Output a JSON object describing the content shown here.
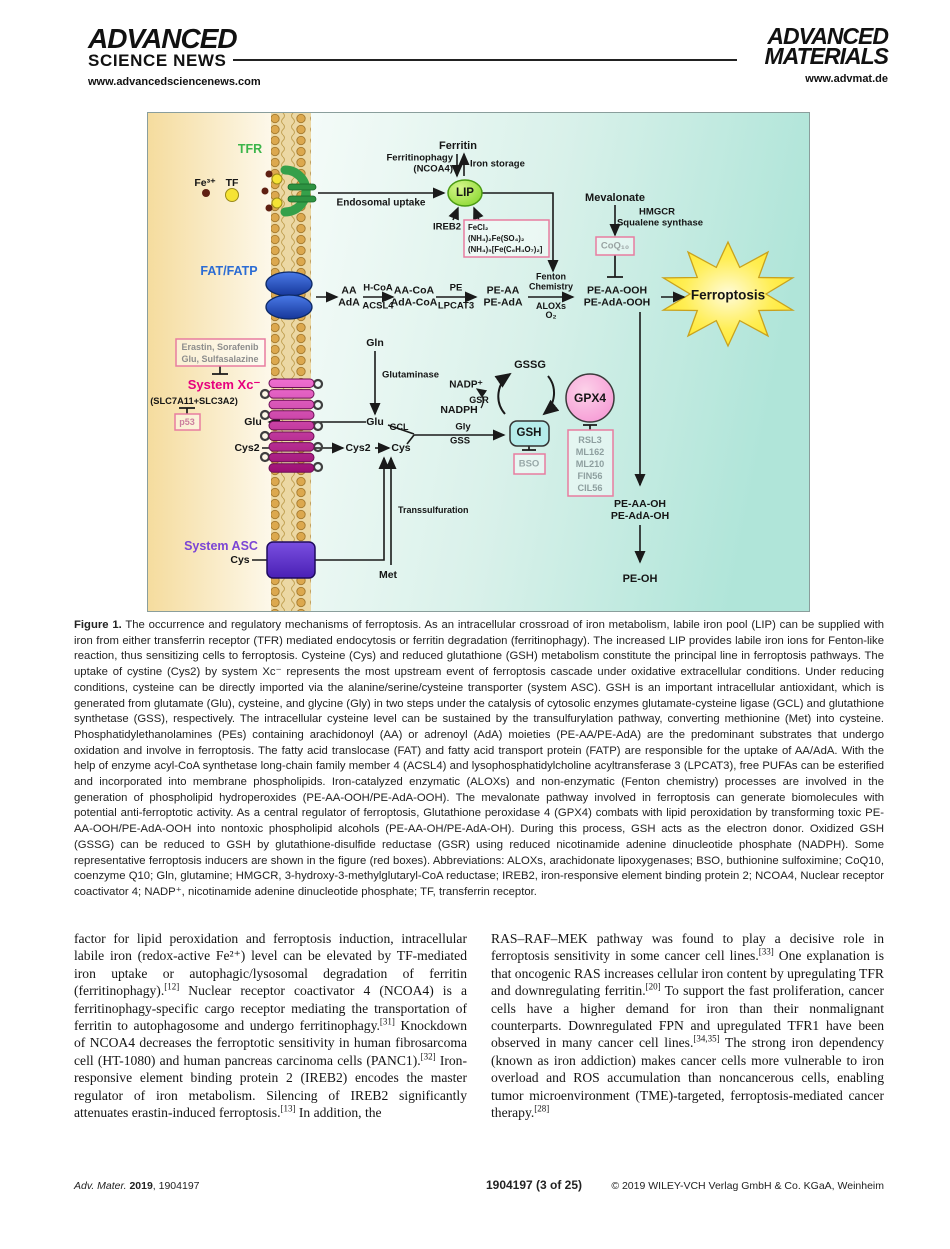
{
  "header": {
    "logo_left_line1": "ADVANCED",
    "logo_left_line2": "SCIENCE NEWS",
    "site_left": "www.advancedsciencenews.com",
    "logo_right_line1": "ADVANCED",
    "logo_right_line2": "MATERIALS",
    "site_right": "www.advmat.de"
  },
  "diagram": {
    "tfr": "TFR",
    "fe3": "Fe³⁺",
    "tf": "TF",
    "ferritin": "Ferritin",
    "ferritinophagy_l1": "Ferritinophagy",
    "ferritinophagy_l2": "(NCOA4)",
    "iron_storage": "Iron storage",
    "lip": "LIP",
    "endosomal_uptake": "Endosomal uptake",
    "ireb2": "IREB2",
    "iron_salts": [
      "FeCl₂",
      "(NH₄)₂Fe(SO₄)₂",
      "(NH₄)₅[Fe(C₆H₄O₇)₂]"
    ],
    "mevalonate": "Mevalonate",
    "hmgcr": "HMGCR",
    "squalene": "Squalene synthase",
    "coq10": "CoQ₁₀",
    "ferroptosis": "Ferroptosis",
    "fat_fatp": "FAT/FATP",
    "aa": "AA",
    "ada": "AdA",
    "hcoa": "H-CoA",
    "acsl4": "ACSL4",
    "aacoa": "AA-CoA",
    "adacoa": "AdA-CoA",
    "pe": "PE",
    "lpcat3": "LPCAT3",
    "peaa": "PE-AA",
    "peada": "PE-AdA",
    "fenton_l1": "Fenton",
    "fenton_l2": "Chemistry",
    "aloxs": "ALOXs",
    "o2": "O₂",
    "peaaooh": "PE-AA-OOH",
    "peadaooh": "PE-AdA-OOH",
    "gln": "Gln",
    "glutaminase": "Glutaminase",
    "erastin_l1": "Erastin, Sorafenib",
    "erastin_l2": "Glu, Sulfasalazine",
    "system_xc": "System Xc⁻",
    "slc": "(SLC7A11+SLC3A2)",
    "p53": "p53",
    "glu_out": "Glu",
    "cys2_out": "Cys2",
    "cys2_in": "Cys2",
    "cys_in": "Cys",
    "glu_in": "Glu",
    "gcl": "GCL",
    "gly": "Gly",
    "gss": "GSS",
    "gsh": "GSH",
    "gssg": "GSSG",
    "nadp": "NADP⁺",
    "gsr": "GSR",
    "nadph": "NADPH",
    "gpx4": "GPX4",
    "gpx4_inhibitors": [
      "RSL3",
      "ML162",
      "ML210",
      "FIN56",
      "CIL56"
    ],
    "bso": "BSO",
    "peaaoh": "PE-AA-OH",
    "peadaoh": "PE-AdA-OH",
    "peoh": "PE-OH",
    "transsulfuration": "Transsulfuration",
    "met": "Met",
    "system_asc": "System ASC",
    "cys_asc": "Cys"
  },
  "caption": {
    "label": "Figure 1.",
    "text": "The occurrence and regulatory mechanisms of ferroptosis. As an intracellular crossroad of iron metabolism, labile iron pool (LIP) can be supplied with iron from either transferrin receptor (TFR) mediated endocytosis or ferritin degradation (ferritinophagy). The increased LIP provides labile iron ions for Fenton-like reaction, thus sensitizing cells to ferroptosis. Cysteine (Cys) and reduced glutathione (GSH) metabolism constitute the principal line in ferroptosis pathways. The uptake of cystine (Cys2) by system Xc⁻ represents the most upstream event of ferroptosis cascade under oxidative extracellular conditions. Under reducing conditions, cysteine can be directly imported via the alanine/serine/cysteine transporter (system ASC). GSH is an important intracellular antioxidant, which is generated from glutamate (Glu), cysteine, and glycine (Gly) in two steps under the catalysis of cytosolic enzymes glutamate-cysteine ligase (GCL) and glutathione synthetase (GSS), respectively. The intracellular cysteine level can be sustained by the transulfurylation pathway, converting methionine (Met) into cysteine. Phosphatidylethanolamines (PEs) containing arachidonoyl (AA) or adrenoyl (AdA) moieties (PE-AA/PE-AdA) are the predominant substrates that undergo oxidation and involve in ferroptosis. The fatty acid translocase (FAT) and fatty acid transport protein (FATP) are responsible for the uptake of AA/AdA. With the help of enzyme acyl-CoA synthetase long-chain family member 4 (ACSL4) and lysophosphatidylcholine acyltransferase 3 (LPCAT3), free PUFAs can be esterified and incorporated into membrane phospholipids. Iron-catalyzed enzymatic (ALOXs) and non-enzymatic (Fenton chemistry) processes are involved in the generation of phospholipid hydroperoxides (PE-AA-OOH/PE-AdA-OOH). The mevalonate pathway involved in ferroptosis can generate biomolecules with potential anti-ferroptotic activity. As a central regulator of ferroptosis, Glutathione peroxidase 4 (GPX4) combats with lipid peroxidation by transforming toxic PE-AA-OOH/PE-AdA-OOH into nontoxic phospholipid alcohols (PE-AA-OH/PE-AdA-OH). During this process, GSH acts as the electron donor. Oxidized GSH (GSSG) can be reduced to GSH by glutathione-disulfide reductase (GSR) using reduced nicotinamide adenine dinucleotide phosphate (NADPH). Some representative ferroptosis inducers are shown in the figure (red boxes). Abbreviations: ALOXs, arachidonate lipoxygenases; BSO, buthionine sulfoximine; CoQ10, coenzyme Q10; Gln, glutamine; HMGCR, 3-hydroxy-3-methylglutaryl-CoA reductase; IREB2, iron-responsive element binding protein 2; NCOA4, Nuclear receptor coactivator 4; NADP⁺, nicotinamide adenine dinucleotide phosphate; TF, transferrin receptor."
  },
  "body": {
    "left": "factor for lipid peroxidation and ferroptosis induction, intracellular labile iron (redox-active Fe²⁺) level can be elevated by TF-mediated iron uptake or autophagic/lysosomal degradation of ferritin (ferritinophagy).[12] Nuclear receptor coactivator 4 (NCOA4) is a ferritinophagy-specific cargo receptor mediating the transportation of ferritin to autophagosome and undergo ferritinophagy.[31] Knockdown of NCOA4 decreases the ferroptotic sensitivity in human fibrosarcoma cell (HT-1080) and human pancreas carcinoma cells (PANC1).[32] Iron-responsive element binding protein 2 (IREB2) encodes the master regulator of iron metabolism. Silencing of IREB2 significantly attenuates erastin-induced ferroptosis.[13] In addition, the",
    "right": "RAS–RAF–MEK pathway was found to play a decisive role in ferroptosis sensitivity in some cancer cell lines.[33] One explanation is that oncogenic RAS increases cellular iron content by upregulating TFR and downregulating ferritin.[20] To support the fast proliferation, cancer cells have a higher demand for iron than their nonmalignant counterparts. Downregulated FPN and upregulated TFR1 have been observed in many cancer cell lines.[34,35] The strong iron dependency (known as iron addiction) makes cancer cells more vulnerable to iron overload and ROS accumulation than noncancerous cells, enabling tumor microenvironment (TME)-targeted, ferroptosis-mediated cancer therapy.[28]"
  },
  "footer": {
    "journal": "Adv. Mater.",
    "year": "2019",
    "article": ", 1904197",
    "center": "1904197 (3 of 25)",
    "copyright": "© 2019 WILEY-VCH Verlag GmbH & Co. KGaA, Weinheim"
  },
  "colors": {
    "inducer_box_pink": "#e87da0",
    "system_xc_magenta": "#e6007e",
    "tfr_green": "#3cb54a",
    "fat_blue": "#2b6cd4",
    "asc_purple": "#7b45d5",
    "ferroptosis_yellow": "#ffe41f",
    "lip_green": "#7ed321"
  }
}
